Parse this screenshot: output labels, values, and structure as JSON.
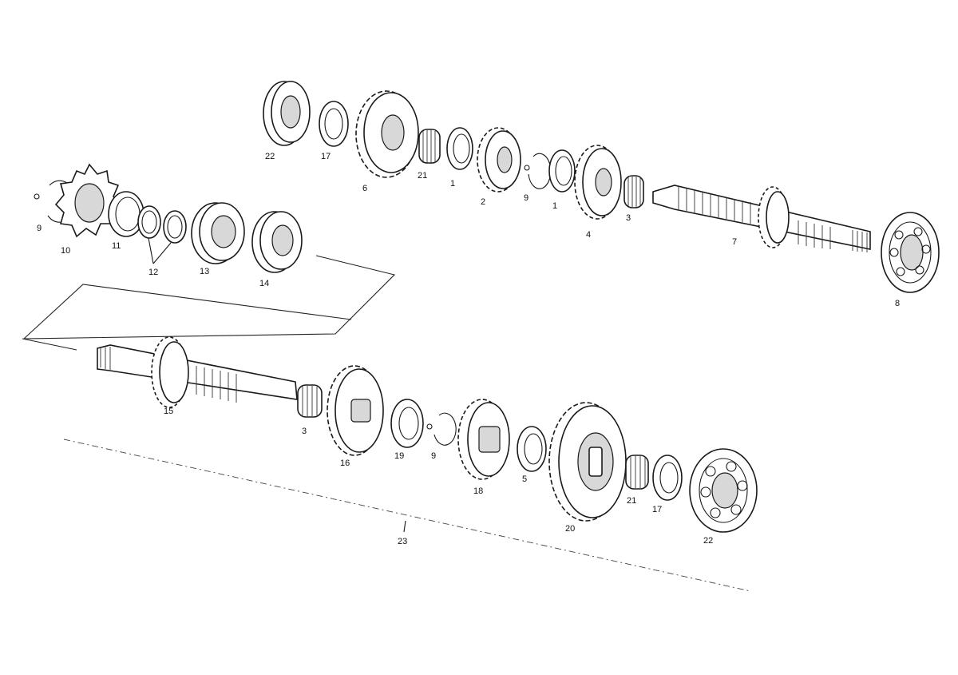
{
  "diagram": {
    "labels": {
      "p1a": "1",
      "p1b": "1",
      "p2": "2",
      "p3a": "3",
      "p3b": "3",
      "p4": "4",
      "p5": "5",
      "p6": "6",
      "p7": "7",
      "p8": "8",
      "p9a": "9",
      "p9b": "9",
      "p9c": "9",
      "p10": "10",
      "p11": "11",
      "p12": "12",
      "p13": "13",
      "p14": "14",
      "p15": "15",
      "p16": "16",
      "p17a": "17",
      "p17b": "17",
      "p18": "18",
      "p19": "19",
      "p20": "20",
      "p21a": "21",
      "p21b": "21",
      "p22a": "22",
      "p22b": "22",
      "p23": "23"
    }
  }
}
